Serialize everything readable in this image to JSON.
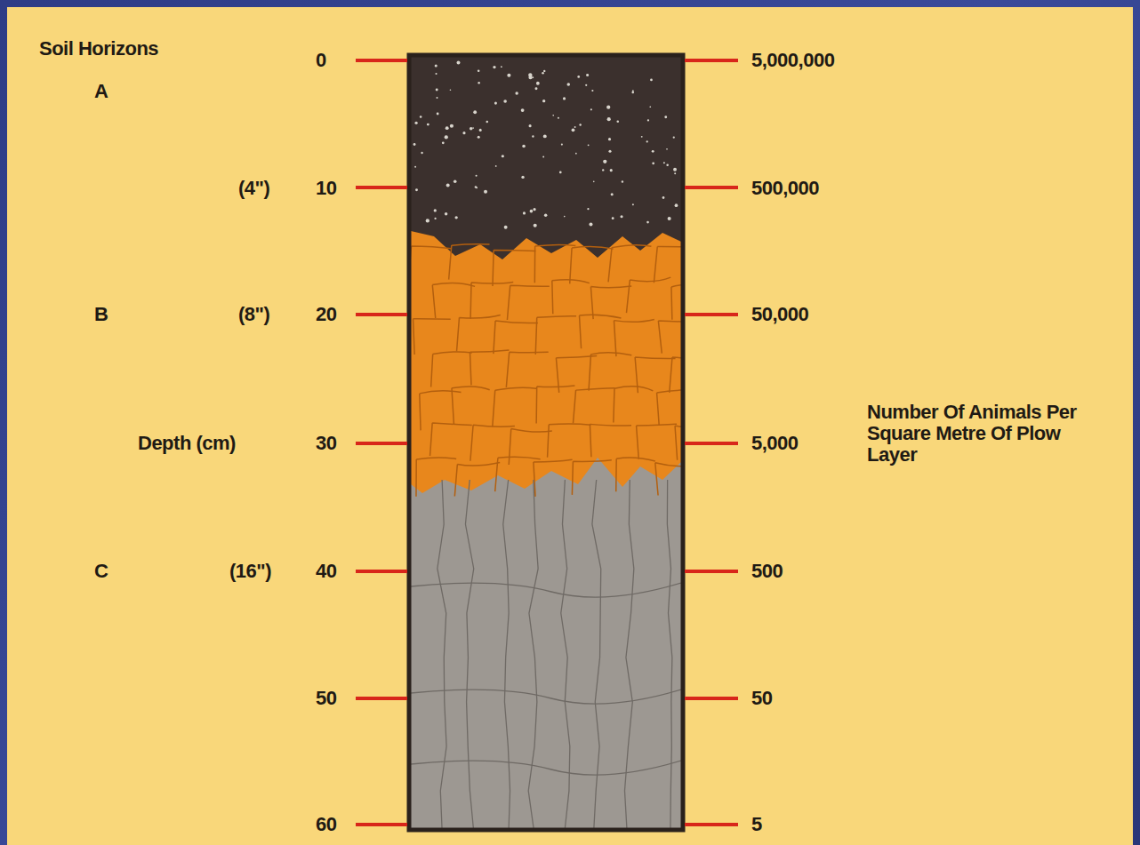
{
  "diagram": {
    "labels": [
      "Soil Horizons",
      "0",
      "5,000,000",
      "A",
      "(4\")",
      "10",
      "500,000",
      "B",
      "(8\")",
      "20",
      "50,000",
      "Depth (cm)",
      "30",
      "5,000",
      "Number Of Animals Per Square Metre Of Plow Layer",
      "C",
      "(16\")",
      "40",
      "500",
      "50",
      "50",
      "60",
      "5"
    ]
  }
}
